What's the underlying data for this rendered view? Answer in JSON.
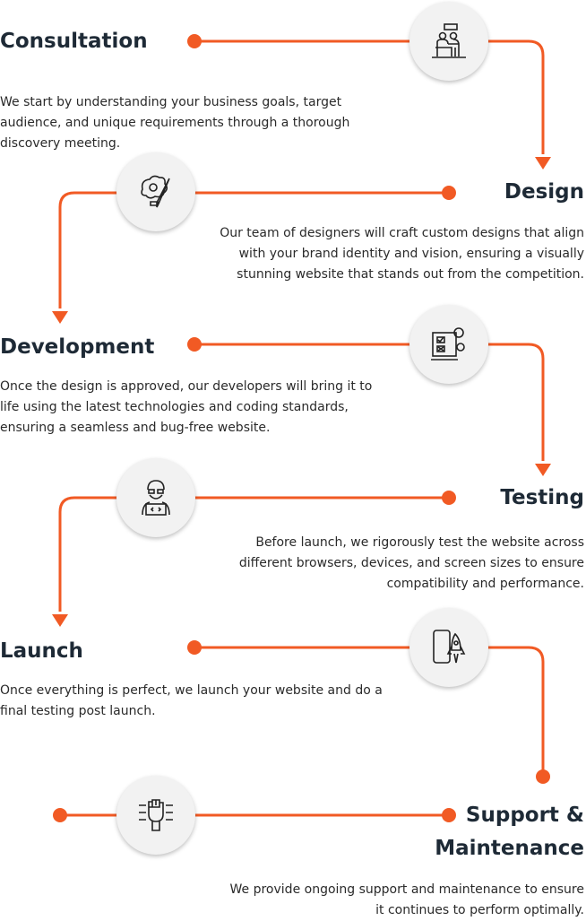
{
  "accent_color": "#f15a24",
  "steps": [
    {
      "title": "Consultation",
      "icon": "meeting-icon",
      "lines": [
        "We start by understanding your business goals, target",
        "audience, and unique requirements through a thorough",
        "discovery meeting."
      ]
    },
    {
      "title": "Design",
      "icon": "creative-design-icon",
      "lines": [
        "Our team of designers will craft custom designs that align",
        "with your brand identity and vision, ensuring a visually",
        "stunning website that stands out from the competition."
      ]
    },
    {
      "title": "Development",
      "icon": "development-board-icon",
      "lines": [
        "Once the design is approved, our developers will bring it to",
        "life using the latest technologies and coding standards,",
        "ensuring a seamless and bug-free website."
      ]
    },
    {
      "title": "Testing",
      "icon": "developer-laptop-icon",
      "lines": [
        "Before launch, we rigorously test the website across",
        "different browsers, devices, and screen sizes to ensure",
        "compatibility and performance."
      ]
    },
    {
      "title": "Launch",
      "icon": "mobile-rocket-icon",
      "lines": [
        "Once everything is perfect, we launch your website and do a",
        "final testing post launch."
      ]
    },
    {
      "title_line1": "Support &",
      "title_line2": "Maintenance",
      "icon": "support-hand-tools-icon",
      "lines": [
        "We provide ongoing support and maintenance to ensure",
        "it continues to perform optimally."
      ]
    }
  ]
}
